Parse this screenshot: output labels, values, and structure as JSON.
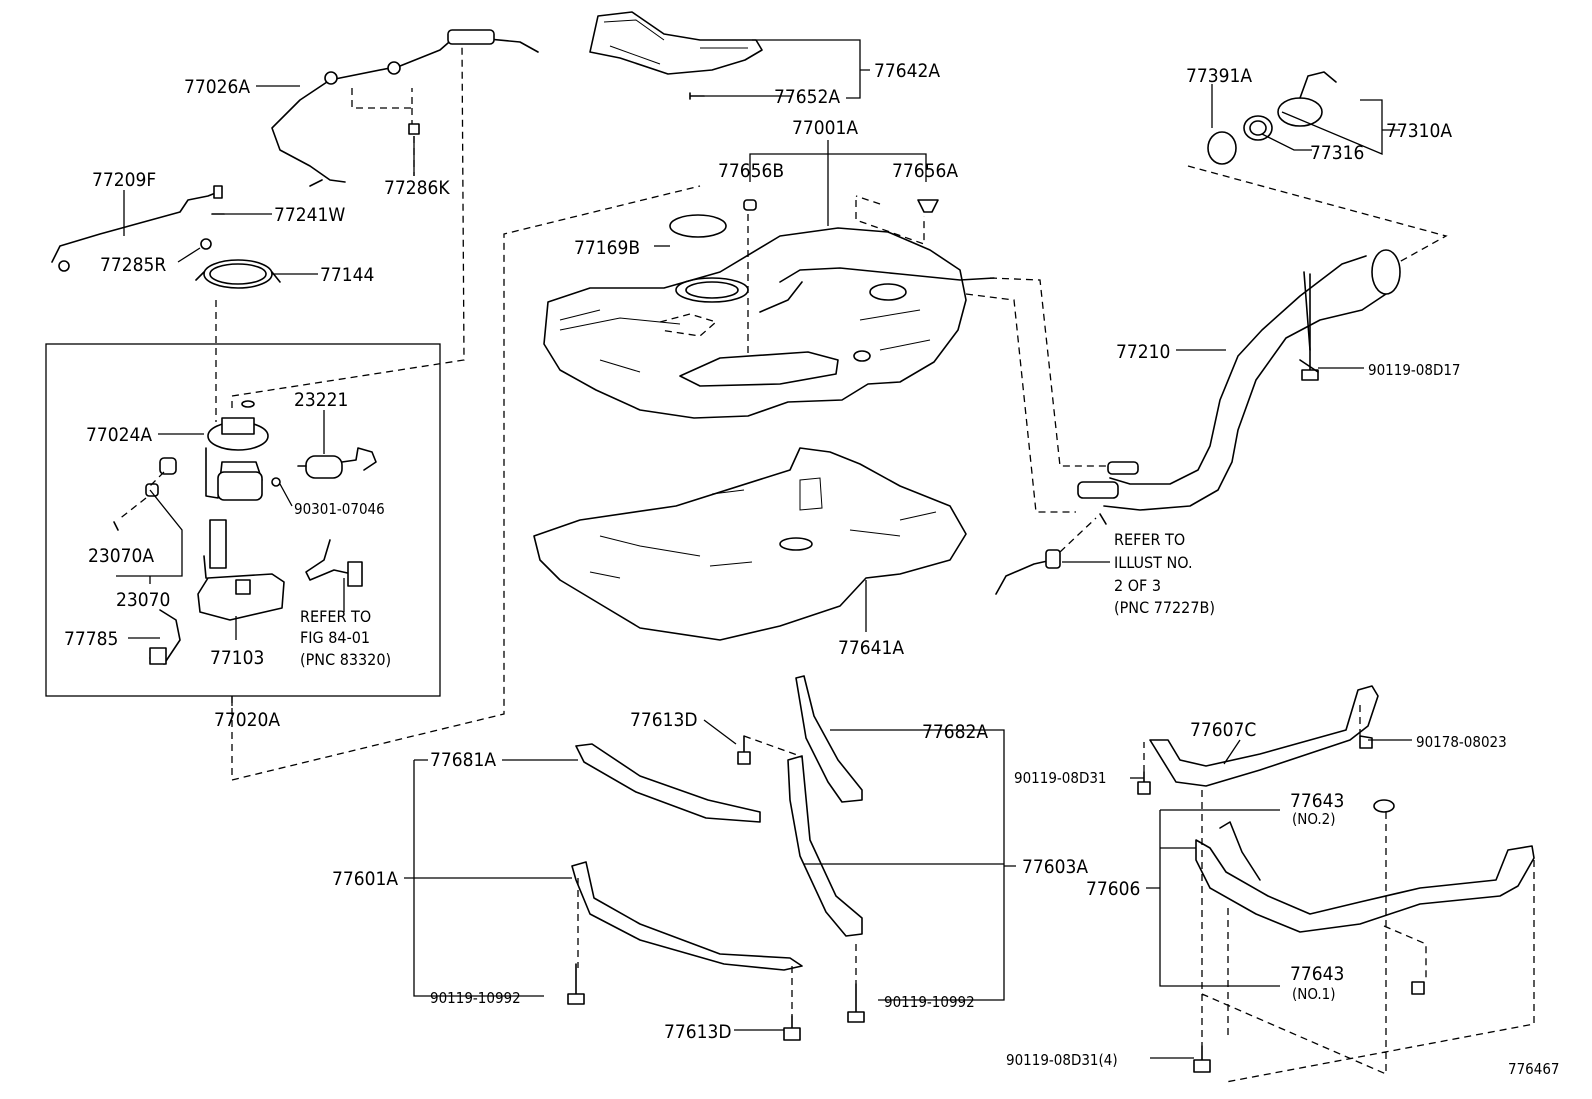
{
  "labels": {
    "p77026A": "77026A",
    "p77642A": "77642A",
    "p77652A": "77652A",
    "p77391A": "77391A",
    "p77310A": "77310A",
    "p77316": "77316",
    "p77001A": "77001A",
    "p77656B": "77656B",
    "p77656A": "77656A",
    "p77286K": "77286K",
    "p77209F": "77209F",
    "p77241W": "77241W",
    "p77169B": "77169B",
    "p77285R": "77285R",
    "p77144": "77144",
    "p77210": "77210",
    "p90119_08D17": "90119-08D17",
    "p23221": "23221",
    "p77024A": "77024A",
    "p90301_07046": "90301-07046",
    "p23070A": "23070A",
    "p23070": "23070",
    "p77785": "77785",
    "p77103": "77103",
    "p77641A": "77641A",
    "p77020A": "77020A",
    "p77613D_top": "77613D",
    "p77682A": "77682A",
    "p77681A": "77681A",
    "p77607C": "77607C",
    "p90178_08023": "90178-08023",
    "p90119_08D31": "90119-08D31",
    "p77643_top": "77643",
    "p77601A": "77601A",
    "p77603A": "77603A",
    "p77606": "77606",
    "p77643_bottom": "77643",
    "p90119_10992_left": "90119-10992",
    "p90119_10992_right": "90119-10992",
    "p77613D_bottom": "77613D",
    "p90119_08D31_4": "90119-08D31(4)",
    "diagram_id": "776467"
  },
  "sublabels": {
    "no2": "(NO.2)",
    "no1": "(NO.1)"
  },
  "notes": {
    "refer_fig_line1": "REFER TO",
    "refer_fig_line2": "FIG 84-01",
    "refer_fig_line3": "(PNC 83320)",
    "refer_illust_line1": "REFER TO",
    "refer_illust_line2": "ILLUST NO.",
    "refer_illust_line3": "2 OF 3",
    "refer_illust_line4": "(PNC 77227B)"
  }
}
